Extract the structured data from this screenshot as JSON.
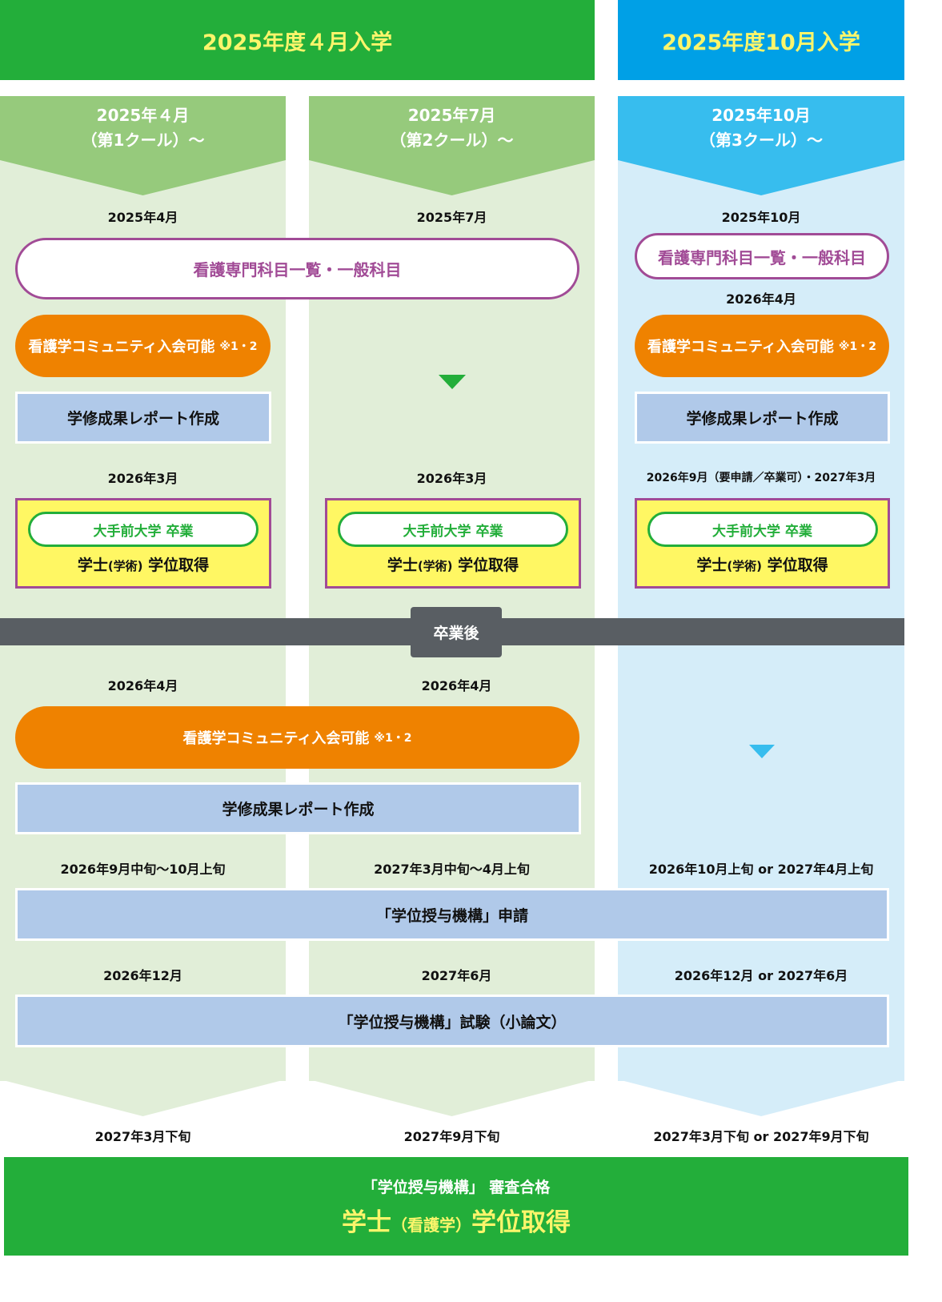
{
  "headers": {
    "april_intake": "2025年度４月入学",
    "october_intake": "2025年度10月入学"
  },
  "columns": [
    {
      "start_line1": "2025年４月",
      "start_line2": "（第1クール）〜",
      "first_date": "2025年4月",
      "grad_date": "2026年3月",
      "post_apply_date": "2026年9月中旬〜10月上旬",
      "exam_date": "2026年12月",
      "result_date": "2027年3月下旬"
    },
    {
      "start_line1": "2025年7月",
      "start_line2": "（第2クール）〜",
      "first_date": "2025年7月",
      "grad_date": "2026年3月",
      "post_apply_date": "2027年3月中旬〜4月上旬",
      "exam_date": "2027年6月",
      "result_date": "2027年9月下旬"
    },
    {
      "start_line1": "2025年10月",
      "start_line2": "（第3クール）〜",
      "first_date": "2025年10月",
      "community_date": "2026年4月",
      "grad_date": "2026年9月（要申請／卒業可）・2027年3月",
      "post_apply_date": "2026年10月上旬 or 2027年4月上旬",
      "exam_date": "2026年12月 or 2027年6月",
      "result_date": "2027年3月下旬 or 2027年9月下旬"
    }
  ],
  "labels": {
    "subjects": "看護専門科目一覧・一般科目",
    "community": "看護学コミュニティ入会可能",
    "community_note": "※1・2",
    "report": "学修成果レポート作成",
    "graduation": "大手前大学 卒業",
    "degree_prefix": "学士",
    "degree_field": "(学術)",
    "degree_suffix": "学位取得",
    "after_graduation": "卒業後",
    "post_community_date_1": "2026年4月",
    "post_community_date_2": "2026年4月",
    "apply": "「学位授与機構」申請",
    "exam": "「学位授与機構」試験（小論文）"
  },
  "final": {
    "line1": "「学位授与機構」 審査合格",
    "line2_prefix": "学士",
    "line2_field": "（看護学）",
    "line2_suffix": "学位取得"
  },
  "colors": {
    "green": "#23ae3a",
    "blue": "#00a0e6",
    "orange": "#ef8200",
    "purple": "#a14b96",
    "yellow": "#fff763",
    "box_blue": "#b0c9e9",
    "gray_bar": "#595e63"
  }
}
